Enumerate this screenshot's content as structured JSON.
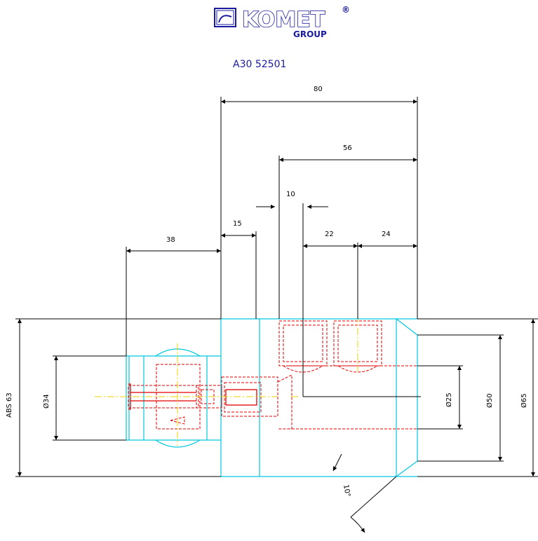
{
  "logo": {
    "brand": "KOMET",
    "mark": "®",
    "group": "GROUP"
  },
  "part_number": "A30 52501",
  "dimensions": {
    "overall_length": "80",
    "length_56": "56",
    "length_38": "38",
    "length_15": "15",
    "length_10": "10",
    "length_22": "22",
    "length_24": "24",
    "abs": "ABS 63",
    "dia_34": "Ø34",
    "dia_25": "Ø25",
    "dia_50": "Ø50",
    "dia_65": "Ø65",
    "angle": "10°"
  },
  "colors": {
    "dimension_lines": "#000000",
    "body_outline": "#00c8e0",
    "hidden_parts": "#e00000",
    "center_lines": "#f0d000",
    "brand": "#1a1aa0"
  }
}
